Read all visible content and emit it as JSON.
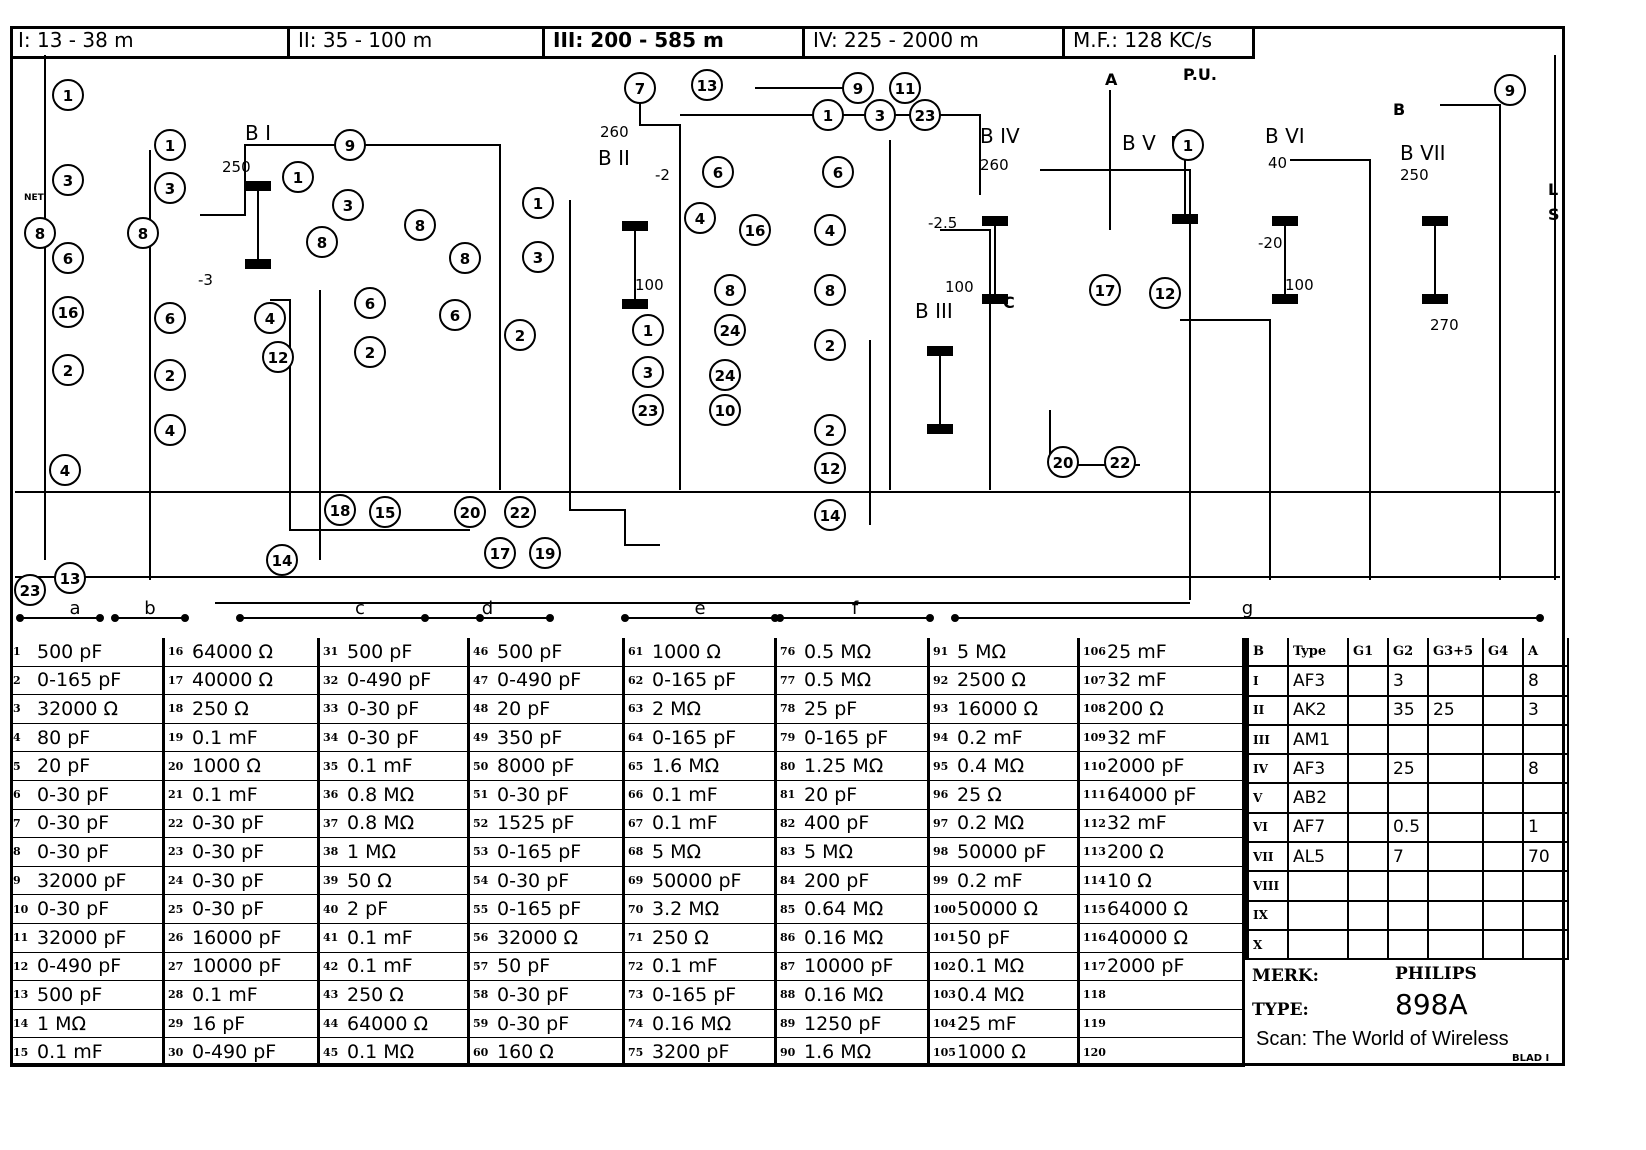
{
  "header": {
    "bands": [
      "I: 13 - 38 m",
      "II: 35 - 100 m",
      "III: 200 - 585 m",
      "IV: 225 - 2000 m",
      "M.F.: 128 KC/s"
    ]
  },
  "schematic": {
    "tubes": [
      "B I",
      "B II",
      "B III",
      "B IV",
      "B V",
      "B VI",
      "B VII"
    ],
    "voltages": [
      "250",
      "260",
      "-2",
      "100",
      "-2.5",
      "260",
      "100",
      "40",
      "-20",
      "100",
      "250",
      "270",
      "-3"
    ],
    "terminals": [
      "A",
      "P.U.",
      "B",
      "C",
      "NET",
      "L",
      "S"
    ],
    "sections": [
      "a",
      "b",
      "c",
      "d",
      "e",
      "f",
      "g"
    ],
    "circled_nodes": [
      "1",
      "3",
      "8",
      "6",
      "8",
      "16",
      "6",
      "2",
      "2",
      "4",
      "4",
      "13",
      "23",
      "1",
      "3",
      "9",
      "1",
      "3",
      "8",
      "8",
      "6",
      "2",
      "4",
      "12",
      "6",
      "8",
      "2",
      "14",
      "18",
      "15",
      "20",
      "22",
      "17",
      "19",
      "1",
      "3",
      "7",
      "13",
      "9",
      "11",
      "1",
      "3",
      "23",
      "6",
      "6",
      "4",
      "16",
      "4",
      "8",
      "8",
      "24",
      "2",
      "24",
      "10",
      "2",
      "12",
      "14",
      "1",
      "3",
      "23",
      "1",
      "17",
      "12",
      "20",
      "22",
      "9"
    ]
  },
  "components": [
    {
      "n": "1",
      "v": "500 pF"
    },
    {
      "n": "2",
      "v": "0-165 pF"
    },
    {
      "n": "3",
      "v": "32000 Ω"
    },
    {
      "n": "4",
      "v": "80 pF"
    },
    {
      "n": "5",
      "v": "20 pF"
    },
    {
      "n": "6",
      "v": "0-30 pF"
    },
    {
      "n": "7",
      "v": "0-30 pF"
    },
    {
      "n": "8",
      "v": "0-30 pF"
    },
    {
      "n": "9",
      "v": "32000 pF"
    },
    {
      "n": "10",
      "v": "0-30 pF"
    },
    {
      "n": "11",
      "v": "32000 pF"
    },
    {
      "n": "12",
      "v": "0-490 pF"
    },
    {
      "n": "13",
      "v": "500 pF"
    },
    {
      "n": "14",
      "v": "1 MΩ"
    },
    {
      "n": "15",
      "v": "0.1 mF"
    },
    {
      "n": "16",
      "v": "64000 Ω"
    },
    {
      "n": "17",
      "v": "40000 Ω"
    },
    {
      "n": "18",
      "v": "250 Ω"
    },
    {
      "n": "19",
      "v": "0.1 mF"
    },
    {
      "n": "20",
      "v": "1000 Ω"
    },
    {
      "n": "21",
      "v": "0.1 mF"
    },
    {
      "n": "22",
      "v": "0-30 pF"
    },
    {
      "n": "23",
      "v": "0-30 pF"
    },
    {
      "n": "24",
      "v": "0-30 pF"
    },
    {
      "n": "25",
      "v": "0-30 pF"
    },
    {
      "n": "26",
      "v": "16000 pF"
    },
    {
      "n": "27",
      "v": "10000 pF"
    },
    {
      "n": "28",
      "v": "0.1 mF"
    },
    {
      "n": "29",
      "v": "16 pF"
    },
    {
      "n": "30",
      "v": "0-490 pF"
    },
    {
      "n": "31",
      "v": "500 pF"
    },
    {
      "n": "32",
      "v": "0-490 pF"
    },
    {
      "n": "33",
      "v": "0-30 pF"
    },
    {
      "n": "34",
      "v": "0-30 pF"
    },
    {
      "n": "35",
      "v": "0.1 mF"
    },
    {
      "n": "36",
      "v": "0.8 MΩ"
    },
    {
      "n": "37",
      "v": "0.8 MΩ"
    },
    {
      "n": "38",
      "v": "1 MΩ"
    },
    {
      "n": "39",
      "v": "50 Ω"
    },
    {
      "n": "40",
      "v": "2 pF"
    },
    {
      "n": "41",
      "v": "0.1 mF"
    },
    {
      "n": "42",
      "v": "0.1 mF"
    },
    {
      "n": "43",
      "v": "250 Ω"
    },
    {
      "n": "44",
      "v": "64000 Ω"
    },
    {
      "n": "45",
      "v": "0.1 MΩ"
    },
    {
      "n": "46",
      "v": "500 pF"
    },
    {
      "n": "47",
      "v": "0-490 pF"
    },
    {
      "n": "48",
      "v": "20 pF"
    },
    {
      "n": "49",
      "v": "350 pF"
    },
    {
      "n": "50",
      "v": "8000 pF"
    },
    {
      "n": "51",
      "v": "0-30 pF"
    },
    {
      "n": "52",
      "v": "1525 pF"
    },
    {
      "n": "53",
      "v": "0-165 pF"
    },
    {
      "n": "54",
      "v": "0-30 pF"
    },
    {
      "n": "55",
      "v": "0-165 pF"
    },
    {
      "n": "56",
      "v": "32000 Ω"
    },
    {
      "n": "57",
      "v": "50 pF"
    },
    {
      "n": "58",
      "v": "0-30 pF"
    },
    {
      "n": "59",
      "v": "0-30 pF"
    },
    {
      "n": "60",
      "v": "160 Ω"
    },
    {
      "n": "61",
      "v": "1000 Ω"
    },
    {
      "n": "62",
      "v": "0-165 pF"
    },
    {
      "n": "63",
      "v": "2 MΩ"
    },
    {
      "n": "64",
      "v": "0-165 pF"
    },
    {
      "n": "65",
      "v": "1.6 MΩ"
    },
    {
      "n": "66",
      "v": "0.1 mF"
    },
    {
      "n": "67",
      "v": "0.1 mF"
    },
    {
      "n": "68",
      "v": "5 MΩ"
    },
    {
      "n": "69",
      "v": "50000 pF"
    },
    {
      "n": "70",
      "v": "3.2 MΩ"
    },
    {
      "n": "71",
      "v": "250 Ω"
    },
    {
      "n": "72",
      "v": "0.1 mF"
    },
    {
      "n": "73",
      "v": "0-165 pF"
    },
    {
      "n": "74",
      "v": "0.16 MΩ"
    },
    {
      "n": "75",
      "v": "3200 pF"
    },
    {
      "n": "76",
      "v": "0.5 MΩ"
    },
    {
      "n": "77",
      "v": "0.5 MΩ"
    },
    {
      "n": "78",
      "v": "25 pF"
    },
    {
      "n": "79",
      "v": "0-165 pF"
    },
    {
      "n": "80",
      "v": "1.25 MΩ"
    },
    {
      "n": "81",
      "v": "20 pF"
    },
    {
      "n": "82",
      "v": "400 pF"
    },
    {
      "n": "83",
      "v": "5 MΩ"
    },
    {
      "n": "84",
      "v": "200 pF"
    },
    {
      "n": "85",
      "v": "0.64 MΩ"
    },
    {
      "n": "86",
      "v": "0.16 MΩ"
    },
    {
      "n": "87",
      "v": "10000 pF"
    },
    {
      "n": "88",
      "v": "0.16 MΩ"
    },
    {
      "n": "89",
      "v": "1250 pF"
    },
    {
      "n": "90",
      "v": "1.6 MΩ"
    },
    {
      "n": "91",
      "v": "5 MΩ"
    },
    {
      "n": "92",
      "v": "2500 Ω"
    },
    {
      "n": "93",
      "v": "16000 Ω"
    },
    {
      "n": "94",
      "v": "0.2 mF"
    },
    {
      "n": "95",
      "v": "0.4 MΩ"
    },
    {
      "n": "96",
      "v": "25 Ω"
    },
    {
      "n": "97",
      "v": "0.2 MΩ"
    },
    {
      "n": "98",
      "v": "50000 pF"
    },
    {
      "n": "99",
      "v": "0.2 mF"
    },
    {
      "n": "100",
      "v": "50000 Ω"
    },
    {
      "n": "101",
      "v": "50 pF"
    },
    {
      "n": "102",
      "v": "0.1 MΩ"
    },
    {
      "n": "103",
      "v": "0.4 MΩ"
    },
    {
      "n": "104",
      "v": "25 mF"
    },
    {
      "n": "105",
      "v": "1000 Ω"
    },
    {
      "n": "106",
      "v": "25 mF"
    },
    {
      "n": "107",
      "v": "32 mF"
    },
    {
      "n": "108",
      "v": "200 Ω"
    },
    {
      "n": "109",
      "v": "32 mF"
    },
    {
      "n": "110",
      "v": "2000 pF"
    },
    {
      "n": "111",
      "v": "64000 pF"
    },
    {
      "n": "112",
      "v": "32 mF"
    },
    {
      "n": "113",
      "v": "200 Ω"
    },
    {
      "n": "114",
      "v": "10 Ω"
    },
    {
      "n": "115",
      "v": "64000 Ω"
    },
    {
      "n": "116",
      "v": "40000 Ω"
    },
    {
      "n": "117",
      "v": "2000 pF"
    },
    {
      "n": "118",
      "v": ""
    },
    {
      "n": "119",
      "v": ""
    },
    {
      "n": "120",
      "v": ""
    }
  ],
  "tube_table": {
    "headers": [
      "B",
      "Type",
      "G1",
      "G2",
      "G3+5",
      "G4",
      "A"
    ],
    "rows": [
      [
        "I",
        "AF3",
        "",
        "3",
        "",
        "",
        "8"
      ],
      [
        "II",
        "AK2",
        "",
        "35",
        "25",
        "",
        "3"
      ],
      [
        "III",
        "AM1",
        "",
        "",
        "",
        "",
        ""
      ],
      [
        "IV",
        "AF3",
        "",
        "25",
        "",
        "",
        "8"
      ],
      [
        "V",
        "AB2",
        "",
        "",
        "",
        "",
        ""
      ],
      [
        "VI",
        "AF7",
        "",
        "0.5",
        "",
        "",
        "1"
      ],
      [
        "VII",
        "AL5",
        "",
        "7",
        "",
        "",
        "70"
      ],
      [
        "VIII",
        "",
        "",
        "",
        "",
        "",
        ""
      ],
      [
        "IX",
        "",
        "",
        "",
        "",
        "",
        ""
      ],
      [
        "X",
        "",
        "",
        "",
        "",
        "",
        ""
      ]
    ]
  },
  "footer": {
    "merk_label": "MERK:",
    "merk_value": "PHILIPS",
    "type_label": "TYPE:",
    "type_value": "898A",
    "scan_credit": "Scan: The World of Wireless",
    "sheet": "BLAD I"
  }
}
